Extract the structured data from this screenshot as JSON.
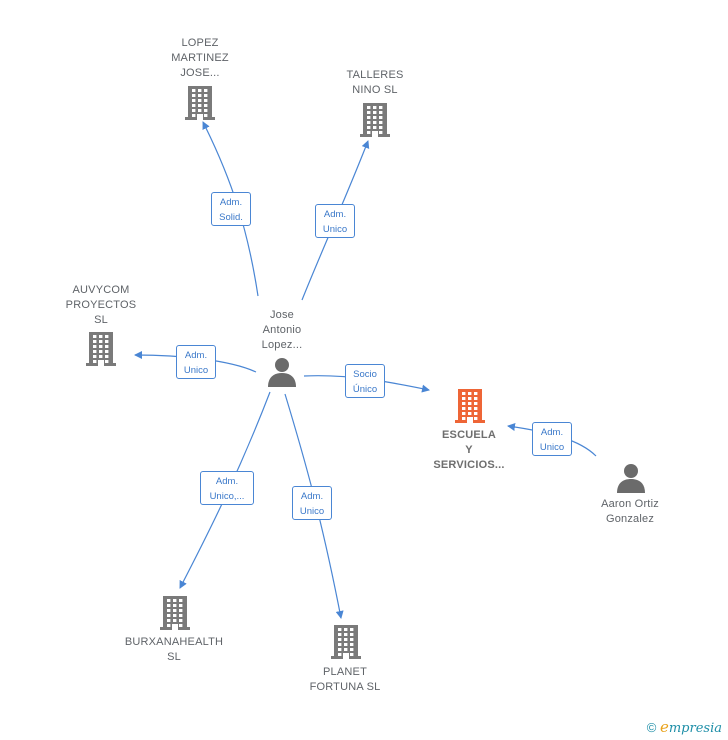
{
  "colors": {
    "edge": "#4a86d4",
    "building": "#7a7a7a",
    "focus_building": "#ee6536",
    "person": "#6b6b6b",
    "label": "#5f6368"
  },
  "nodes": [
    {
      "id": "jose",
      "kind": "person",
      "label": "Jose\nAntonio\nLopez..."
    },
    {
      "id": "lopez",
      "kind": "company",
      "label": "LOPEZ\nMARTINEZ\nJOSE..."
    },
    {
      "id": "talleres",
      "kind": "company",
      "label": "TALLERES\nNINO SL"
    },
    {
      "id": "auvycom",
      "kind": "company",
      "label": "AUVYCOM\nPROYECTOS\nSL"
    },
    {
      "id": "escuela",
      "kind": "company",
      "focus": true,
      "label": "ESCUELA\nY\nSERVICIOS..."
    },
    {
      "id": "aaron",
      "kind": "person",
      "label": "Aaron Ortiz\nGonzalez"
    },
    {
      "id": "burxana",
      "kind": "company",
      "label": "BURXANAHEALTH\nSL"
    },
    {
      "id": "planet",
      "kind": "company",
      "label": "PLANET\nFORTUNA SL"
    }
  ],
  "edges": [
    {
      "from": "jose",
      "to": "lopez",
      "label": "Adm.\nSolid."
    },
    {
      "from": "jose",
      "to": "talleres",
      "label": "Adm.\nUnico"
    },
    {
      "from": "jose",
      "to": "auvycom",
      "label": "Adm.\nUnico"
    },
    {
      "from": "jose",
      "to": "escuela",
      "label": "Socio\nÚnico"
    },
    {
      "from": "aaron",
      "to": "escuela",
      "label": "Adm.\nUnico"
    },
    {
      "from": "jose",
      "to": "burxana",
      "label": "Adm.\nUnico,..."
    },
    {
      "from": "jose",
      "to": "planet",
      "label": "Adm.\nUnico"
    }
  ],
  "footer": {
    "copyright": "©",
    "brand_initial": "e",
    "brand_rest": "mpresia"
  }
}
